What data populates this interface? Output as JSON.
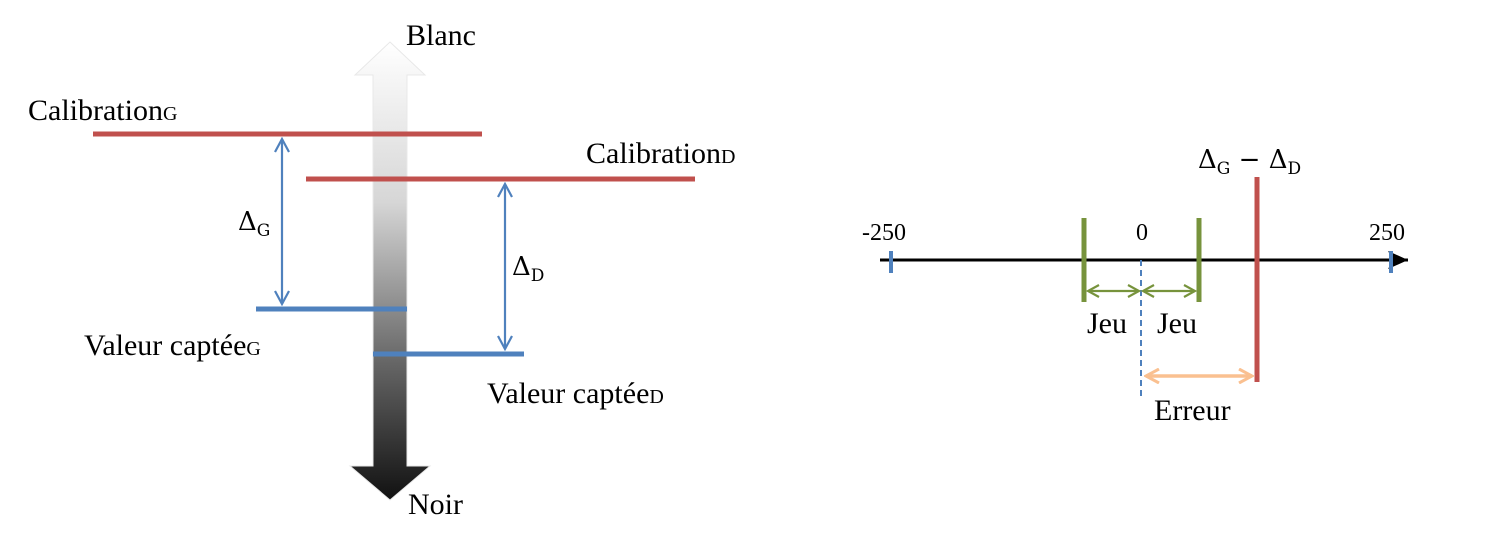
{
  "left_diagram": {
    "scale_top_label": "Blanc",
    "scale_bottom_label": "Noir",
    "calibration_left": {
      "text": "Calibration",
      "sub": "G"
    },
    "calibration_right": {
      "text": "Calibration",
      "sub": "D"
    },
    "delta_left": {
      "symbol": "Δ",
      "sub": "G"
    },
    "delta_right": {
      "symbol": "Δ",
      "sub": "D"
    },
    "reading_left": {
      "text": "Valeur captée",
      "sub": "G"
    },
    "reading_right": {
      "text": "Valeur captée",
      "sub": "D"
    }
  },
  "right_diagram": {
    "tick_min": "-250",
    "tick_zero": "0",
    "tick_max": "250",
    "play_left": "Jeu",
    "play_right": "Jeu",
    "error_label": "Erreur",
    "difference_label": {
      "d1": "Δ",
      "s1": "G",
      "op": " − ",
      "d2": "Δ",
      "s2": "D"
    }
  },
  "colors": {
    "calibration": "#c0504d",
    "reading": "#4f81bd",
    "play": "#77933c",
    "error": "#fac090",
    "axis": "#000000"
  }
}
